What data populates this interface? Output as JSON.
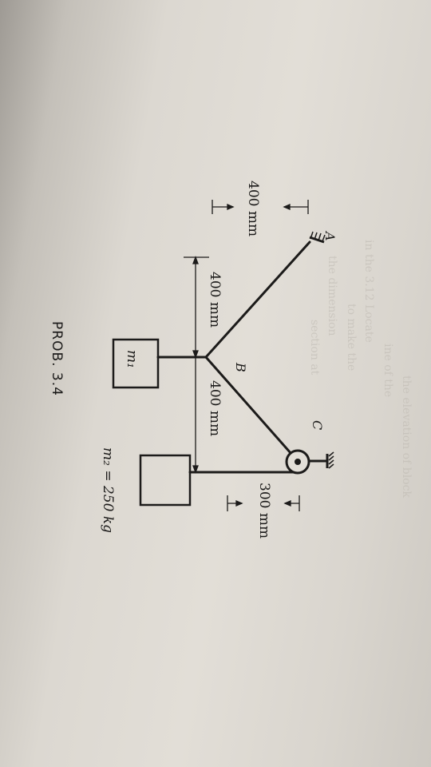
{
  "figure": {
    "point_a": "A",
    "point_b": "B",
    "point_c": "C",
    "dim_a_vertical": "400 mm",
    "dim_left_horizontal": "400 mm",
    "dim_right_horizontal": "400 mm",
    "dim_c_vertical": "300 mm",
    "mass1_label": "m₁",
    "mass2_label": "m₂ = 250 kg",
    "caption": "PROB. 3.4"
  },
  "bleed_through_text": [
    "the elevation of block",
    "ine of the",
    "in the 3.12 Locate",
    "to make the",
    "the dimension",
    "section at"
  ]
}
